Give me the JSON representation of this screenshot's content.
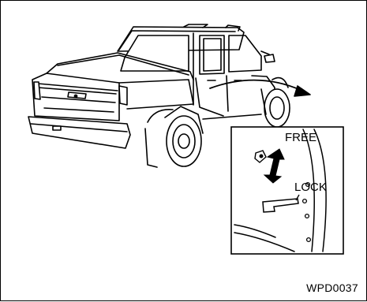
{
  "diagram": {
    "labels": {
      "free": "FREE",
      "lock": "LOCK"
    },
    "figure_code": "WPD0037",
    "colors": {
      "ink": "#000000",
      "paper": "#ffffff"
    }
  }
}
